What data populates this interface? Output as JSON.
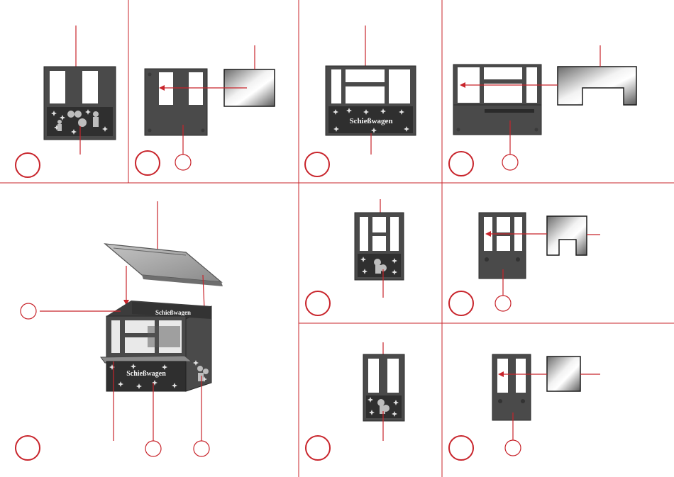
{
  "colors": {
    "divider": "#c8242b",
    "leader": "#c8242b",
    "panel": "#4a4a4a",
    "panel_dark": "#2f2f2f",
    "opening": "#ffffff",
    "roof": "#9a9a9a"
  },
  "sign_texts": {
    "step3_sign": "Schießwagen",
    "step5_front_sign": "Schießwagen",
    "step5_top_sign": "Schießwagen"
  },
  "icons": {
    "star": "star-icon",
    "step_marker": "circle-marker-icon",
    "part_marker": "circle-marker-icon",
    "glazing": "window-glass-icon"
  }
}
